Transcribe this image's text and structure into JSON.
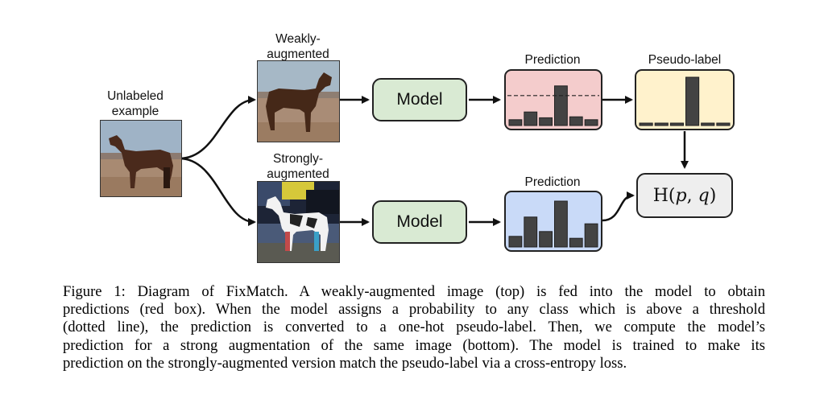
{
  "labels": {
    "unlabeled": "Unlabeled\nexample",
    "weak": "Weakly-\naugmented",
    "strong": "Strongly-\naugmented",
    "prediction_top": "Prediction",
    "pseudo_label": "Pseudo-label",
    "prediction_bottom": "Prediction"
  },
  "model_label": "Model",
  "loss_label": "H(p, q)",
  "bars": {
    "prediction_top": [
      0.12,
      0.28,
      0.16,
      0.82,
      0.18,
      0.12
    ],
    "pseudo_label": [
      0.04,
      0.04,
      0.04,
      1.0,
      0.04,
      0.04
    ],
    "prediction_bottom": [
      0.22,
      0.62,
      0.32,
      0.95,
      0.18,
      0.48
    ],
    "threshold": 0.62
  },
  "colors": {
    "prediction_top": "#f4cccc",
    "pseudo_label": "#fff2cc",
    "prediction_bottom": "#c9daf8",
    "model": "#d9ead3",
    "loss": "#eeeeee",
    "bar": "#434343"
  },
  "images": {
    "unlabeled": "horse-photo",
    "weak": "horse-photo-weakly-augmented",
    "strong": "horse-photo-strongly-augmented"
  },
  "caption": [
    "Figure 1: Diagram of FixMatch. A weakly-augmented image (top) is fed into the model to obtain",
    "predictions (red box). When the model assigns a probability to any class which is above a threshold",
    "(dotted line), the prediction is converted to a one-hot pseudo-label. Then, we compute the model’s",
    "prediction for a strong augmentation of the same image (bottom). The model is trained to make its",
    "prediction on the strongly-augmented version match the pseudo-label via a cross-entropy loss."
  ]
}
